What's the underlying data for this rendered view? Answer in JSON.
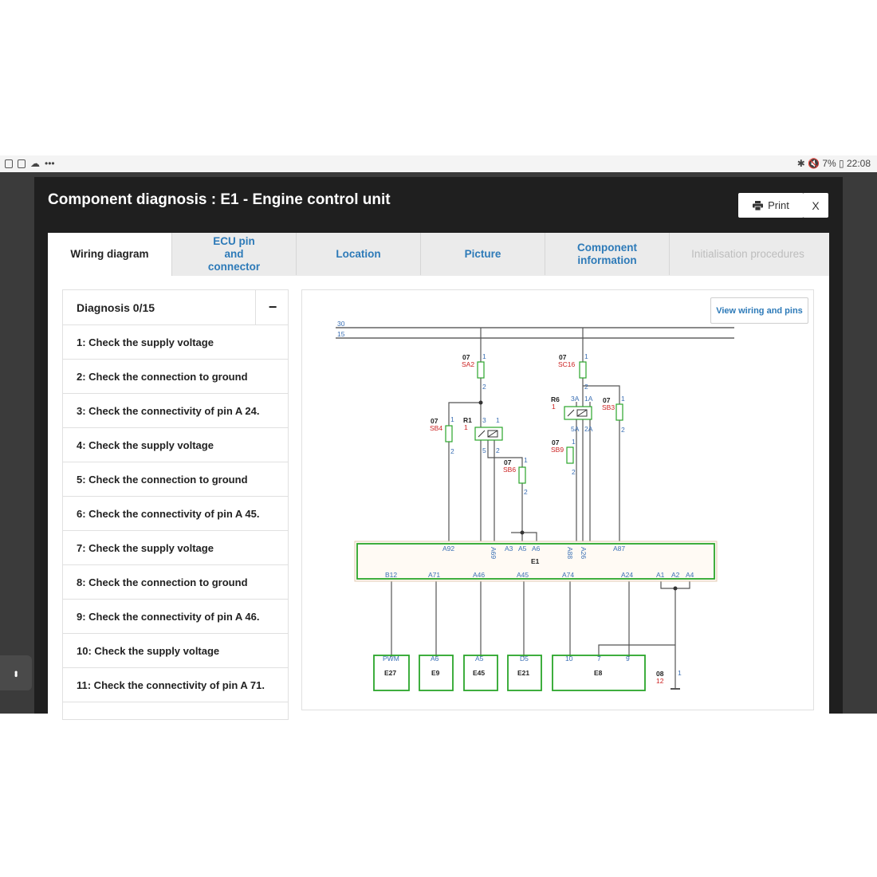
{
  "statusbar": {
    "left_dots": "•••",
    "right": "✱ 🔇 7% ▯ 22:08"
  },
  "modal": {
    "title": "Component diagnosis : E1 - Engine control unit",
    "print_label": "Print",
    "close_label": "X"
  },
  "tabs": [
    {
      "label": "Wiring diagram"
    },
    {
      "label": "ECU pin and connector"
    },
    {
      "label": "Location"
    },
    {
      "label": "Picture"
    },
    {
      "label": "Component information"
    },
    {
      "label": "Initialisation procedures"
    }
  ],
  "diagnosis": {
    "title": "Diagnosis 0/15",
    "collapse_label": "−",
    "items": [
      "1: Check the supply voltage",
      "2: Check the connection to ground",
      "3: Check the connectivity of pin A 24.",
      "4: Check the supply voltage",
      "5: Check the connection to ground",
      "6: Check the connectivity of pin A 45.",
      "7: Check the supply voltage",
      "8: Check the connection to ground",
      "9: Check the connectivity of pin A 46.",
      "10: Check the supply voltage",
      "11: Check the connectivity of pin A 71."
    ]
  },
  "diagram": {
    "view_button": "View wiring and pins",
    "bus_labels": [
      "30",
      "15"
    ],
    "fuses": [
      {
        "id": "07",
        "name": "SA2",
        "pin_top": "1",
        "pin_bottom": "2"
      },
      {
        "id": "07",
        "name": "SC16",
        "pin_top": "1",
        "pin_bottom": "2"
      },
      {
        "id": "07",
        "name": "SB3",
        "pin_top": "1",
        "pin_bottom": "2"
      },
      {
        "id": "07",
        "name": "SB4",
        "pin_top": "1",
        "pin_bottom": "2"
      },
      {
        "id": "07",
        "name": "SB9",
        "pin_top": "1",
        "pin_bottom": "2"
      },
      {
        "id": "07",
        "name": "SB6",
        "pin_top": "1",
        "pin_bottom": "2"
      }
    ],
    "relays": [
      {
        "id": "R1",
        "sub": "1",
        "pins": [
          "3",
          "1",
          "5",
          "2"
        ]
      },
      {
        "id": "R6",
        "sub": "1",
        "pins": [
          "3A",
          "1A",
          "5A",
          "2A"
        ]
      }
    ],
    "ecu": {
      "name": "E1",
      "top_pins": [
        "A92",
        "A69",
        "A3",
        "A5",
        "A6",
        "A88",
        "A26",
        "A87"
      ],
      "bottom_pins": [
        "B12",
        "A71",
        "A46",
        "A45",
        "A74",
        "A24",
        "A1",
        "A2",
        "A4"
      ]
    },
    "components": [
      {
        "name": "E27",
        "pin": "PWM"
      },
      {
        "name": "E9",
        "pin": "A6"
      },
      {
        "name": "E45",
        "pin": "A5"
      },
      {
        "name": "E21",
        "pin": "D5"
      },
      {
        "name": "E8",
        "pins": [
          "10",
          "7",
          "9"
        ]
      }
    ],
    "ground": {
      "id": "08",
      "sub": "12",
      "pin": "1"
    }
  }
}
